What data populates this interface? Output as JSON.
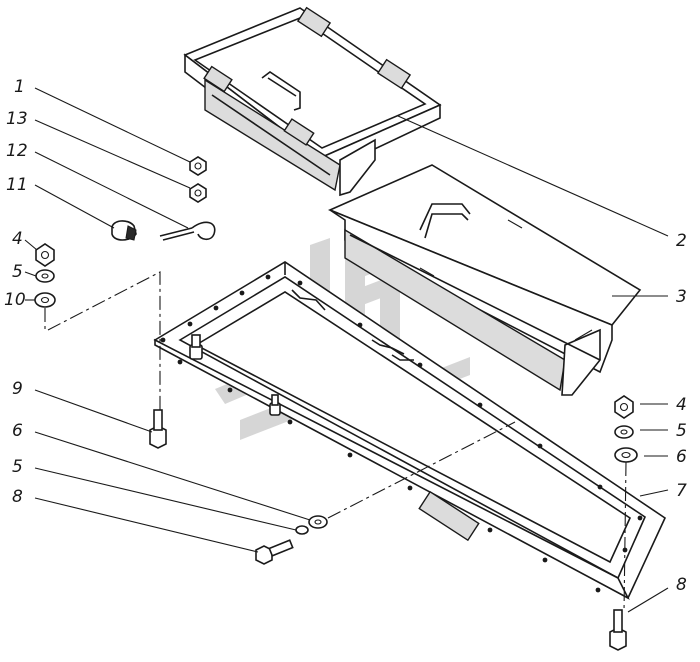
{
  "callouts": {
    "c1": "1",
    "c13": "13",
    "c12": "12",
    "c11": "11",
    "c4a": "4",
    "c5a": "5",
    "c10": "10",
    "c9": "9",
    "c6a": "6",
    "c5b": "5",
    "c8a": "8",
    "c2": "2",
    "c3": "3",
    "c4b": "4",
    "c5c": "5",
    "c6b": "6",
    "c7": "7",
    "c8b": "8"
  },
  "colors": {
    "ink": "#1a1a1a",
    "watermark": "#d2d2d2"
  }
}
